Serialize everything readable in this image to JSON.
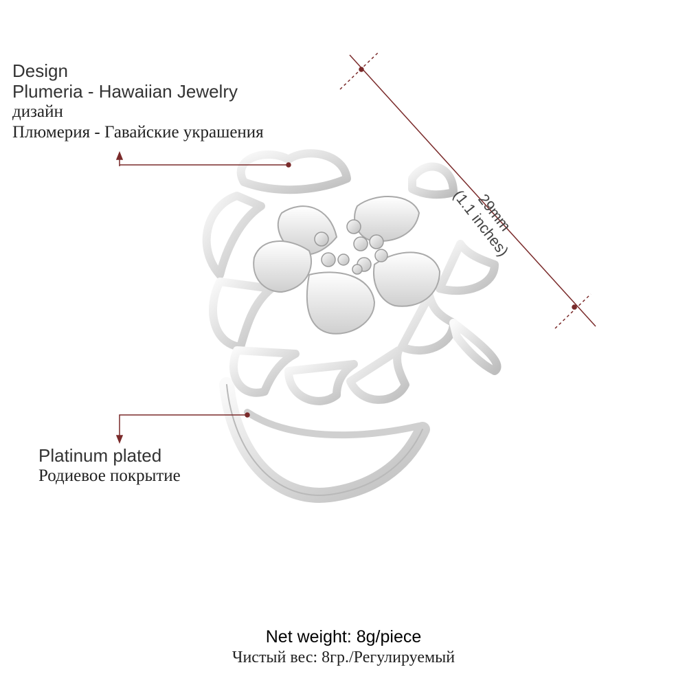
{
  "design_label": {
    "en_title": "Design",
    "en_name": "Plumeria - Hawaiian Jewelry",
    "ru_title": "дизайн",
    "ru_name": "Плюмерия - Гавайские украшения"
  },
  "plating_label": {
    "en": "Platinum plated",
    "ru": "Родиевое покрытие"
  },
  "dimension": {
    "metric": "29mm",
    "imperial": "(1.1 inches)"
  },
  "weight": {
    "en": "Net weight: 8g/piece",
    "ru": "Чистый вес: 8гр./Регулируемый"
  },
  "colors": {
    "annotation_line": "#7a2a2a",
    "text": "#333333",
    "metal": "#e6e6e6"
  }
}
